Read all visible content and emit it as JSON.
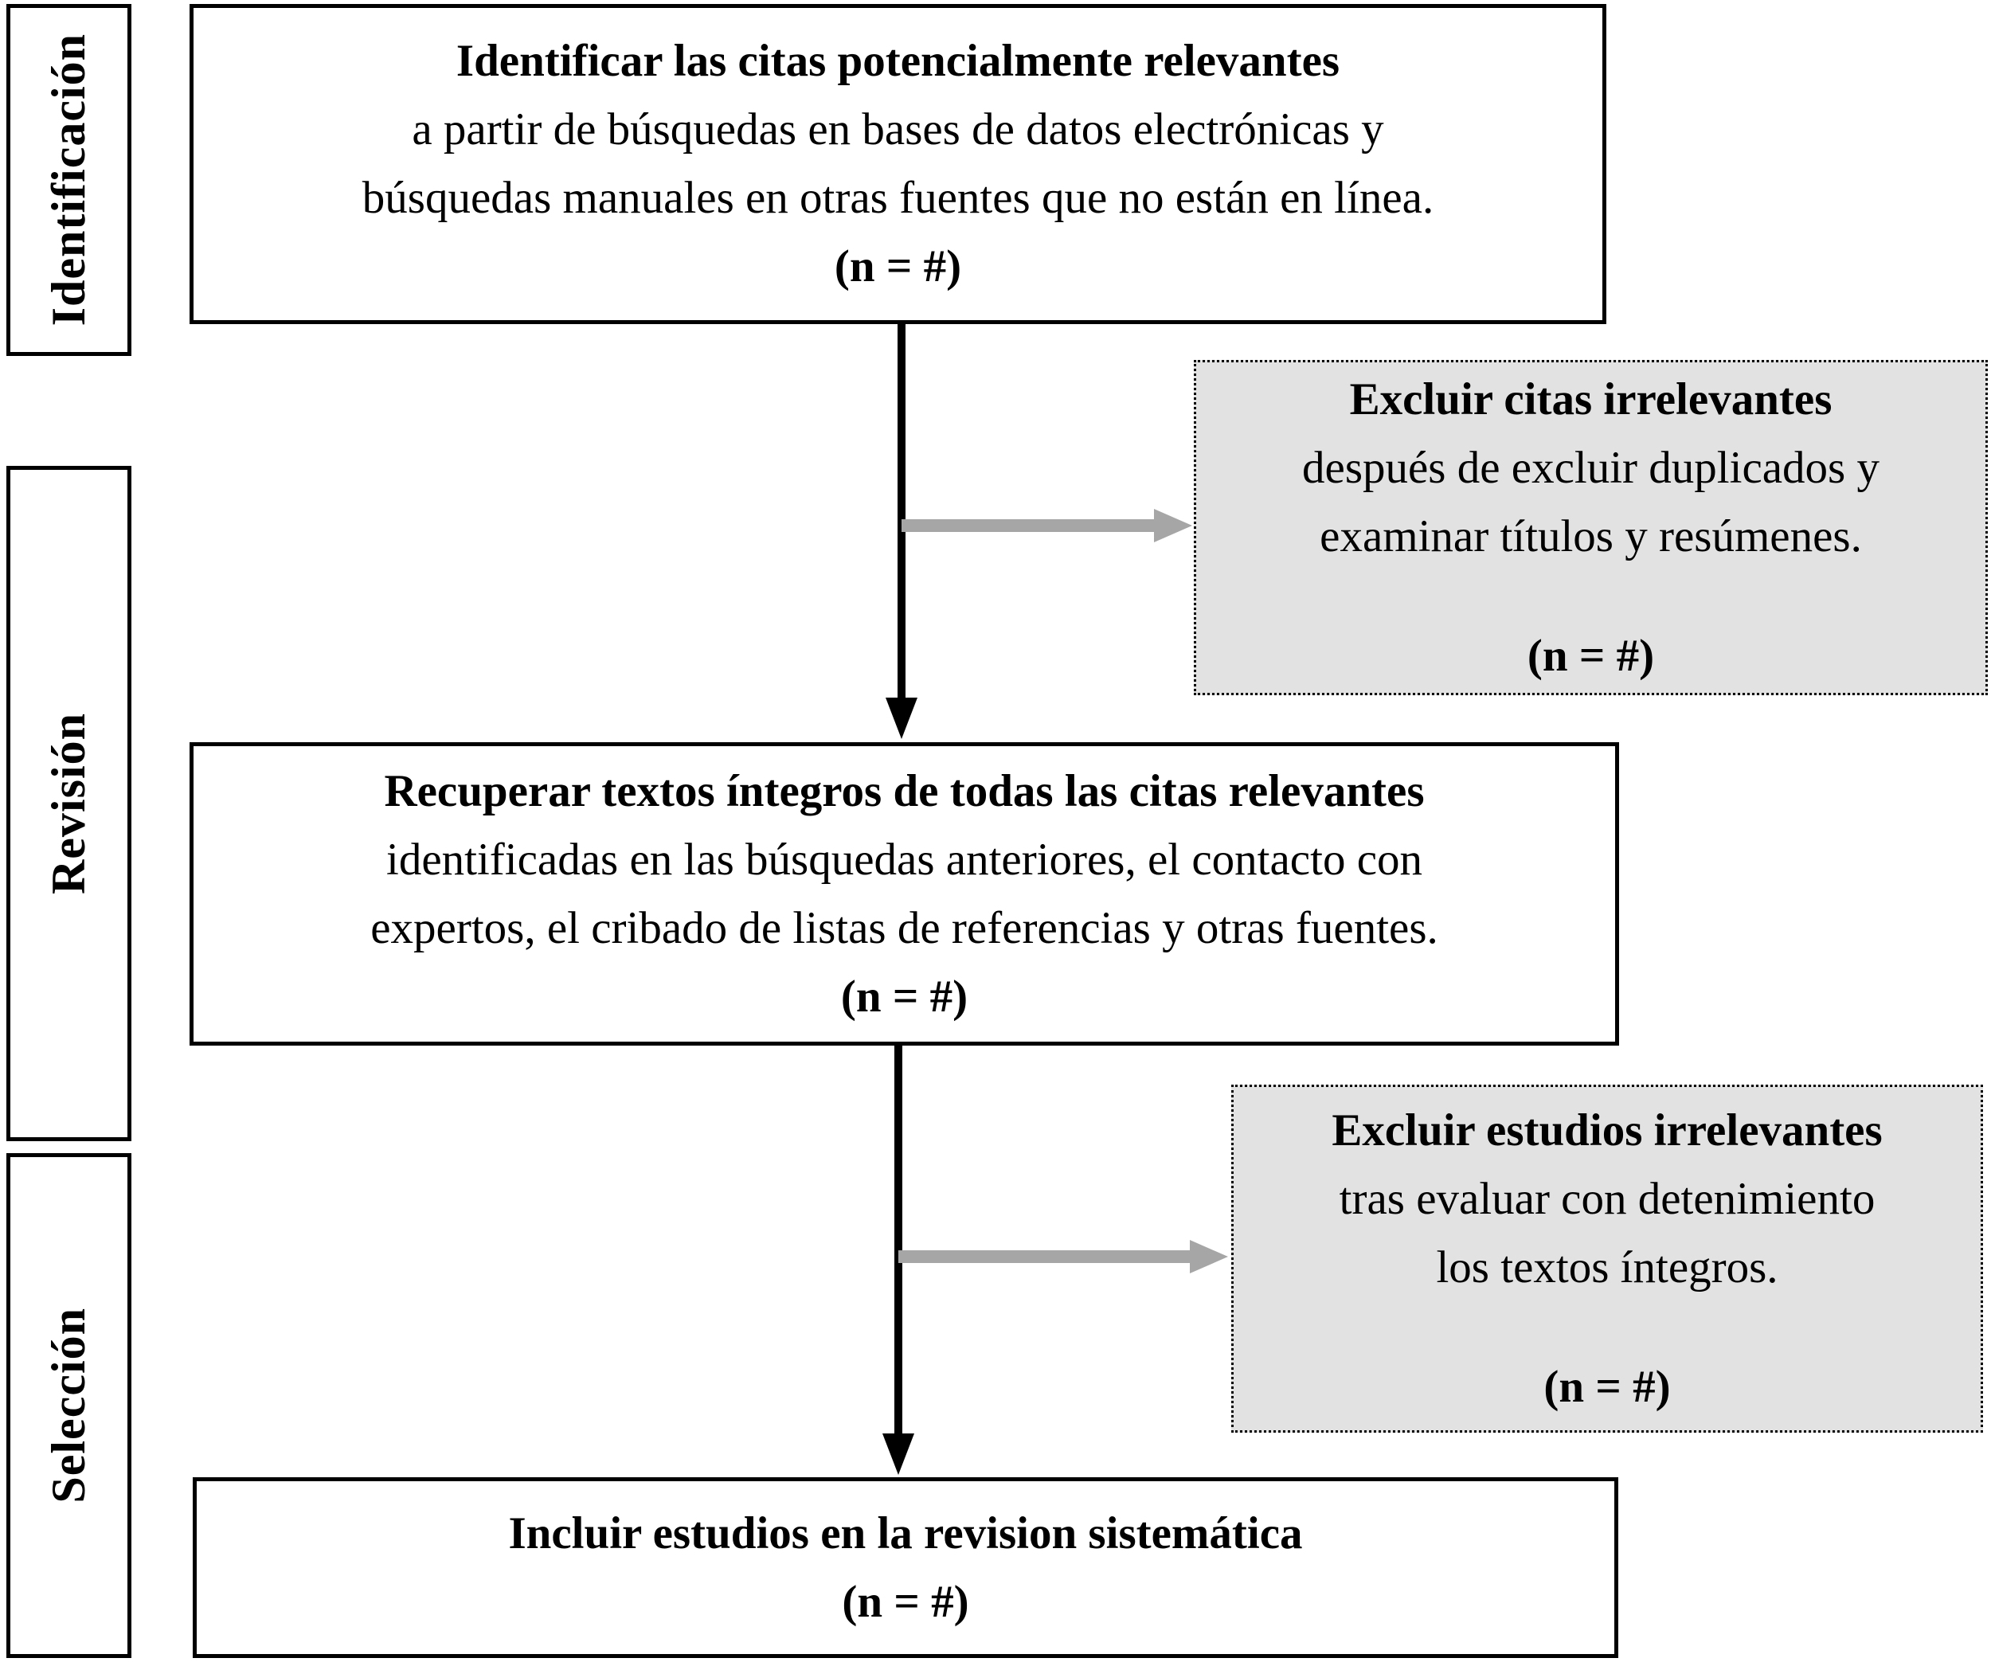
{
  "diagram": {
    "stage_labels": {
      "identification": "Identificación",
      "review": "Revisión",
      "selection": "Selección"
    },
    "boxes": {
      "identify": {
        "title": "Identificar las citas potencialmente relevantes",
        "line1": "a partir de búsquedas en bases de datos electrónicas y",
        "line2": "búsquedas manuales en otras fuentes que no están en línea.",
        "count": "(n = #)"
      },
      "exclude_citations": {
        "title": "Excluir citas irrelevantes",
        "line1": "después de excluir duplicados y",
        "line2": "examinar títulos y resúmenes.",
        "count": "(n = #)"
      },
      "retrieve": {
        "title": "Recuperar textos íntegros de todas las citas relevantes",
        "line1": "identificadas en las búsquedas anteriores, el contacto con",
        "line2": "expertos, el cribado de listas de referencias y otras fuentes.",
        "count": "(n = #)"
      },
      "exclude_studies": {
        "title": "Excluir estudios irrelevantes",
        "line1": "tras evaluar con detenimiento",
        "line2": "los textos íntegros.",
        "count": "(n = #)"
      },
      "include": {
        "title": "Incluir estudios en la revision sistemática",
        "count": "(n = #)"
      }
    },
    "colors": {
      "box_border": "#000000",
      "side_box_fill": "#e2e2e2",
      "black_arrow": "#000000",
      "gray_arrow": "#a6a6a6"
    }
  }
}
